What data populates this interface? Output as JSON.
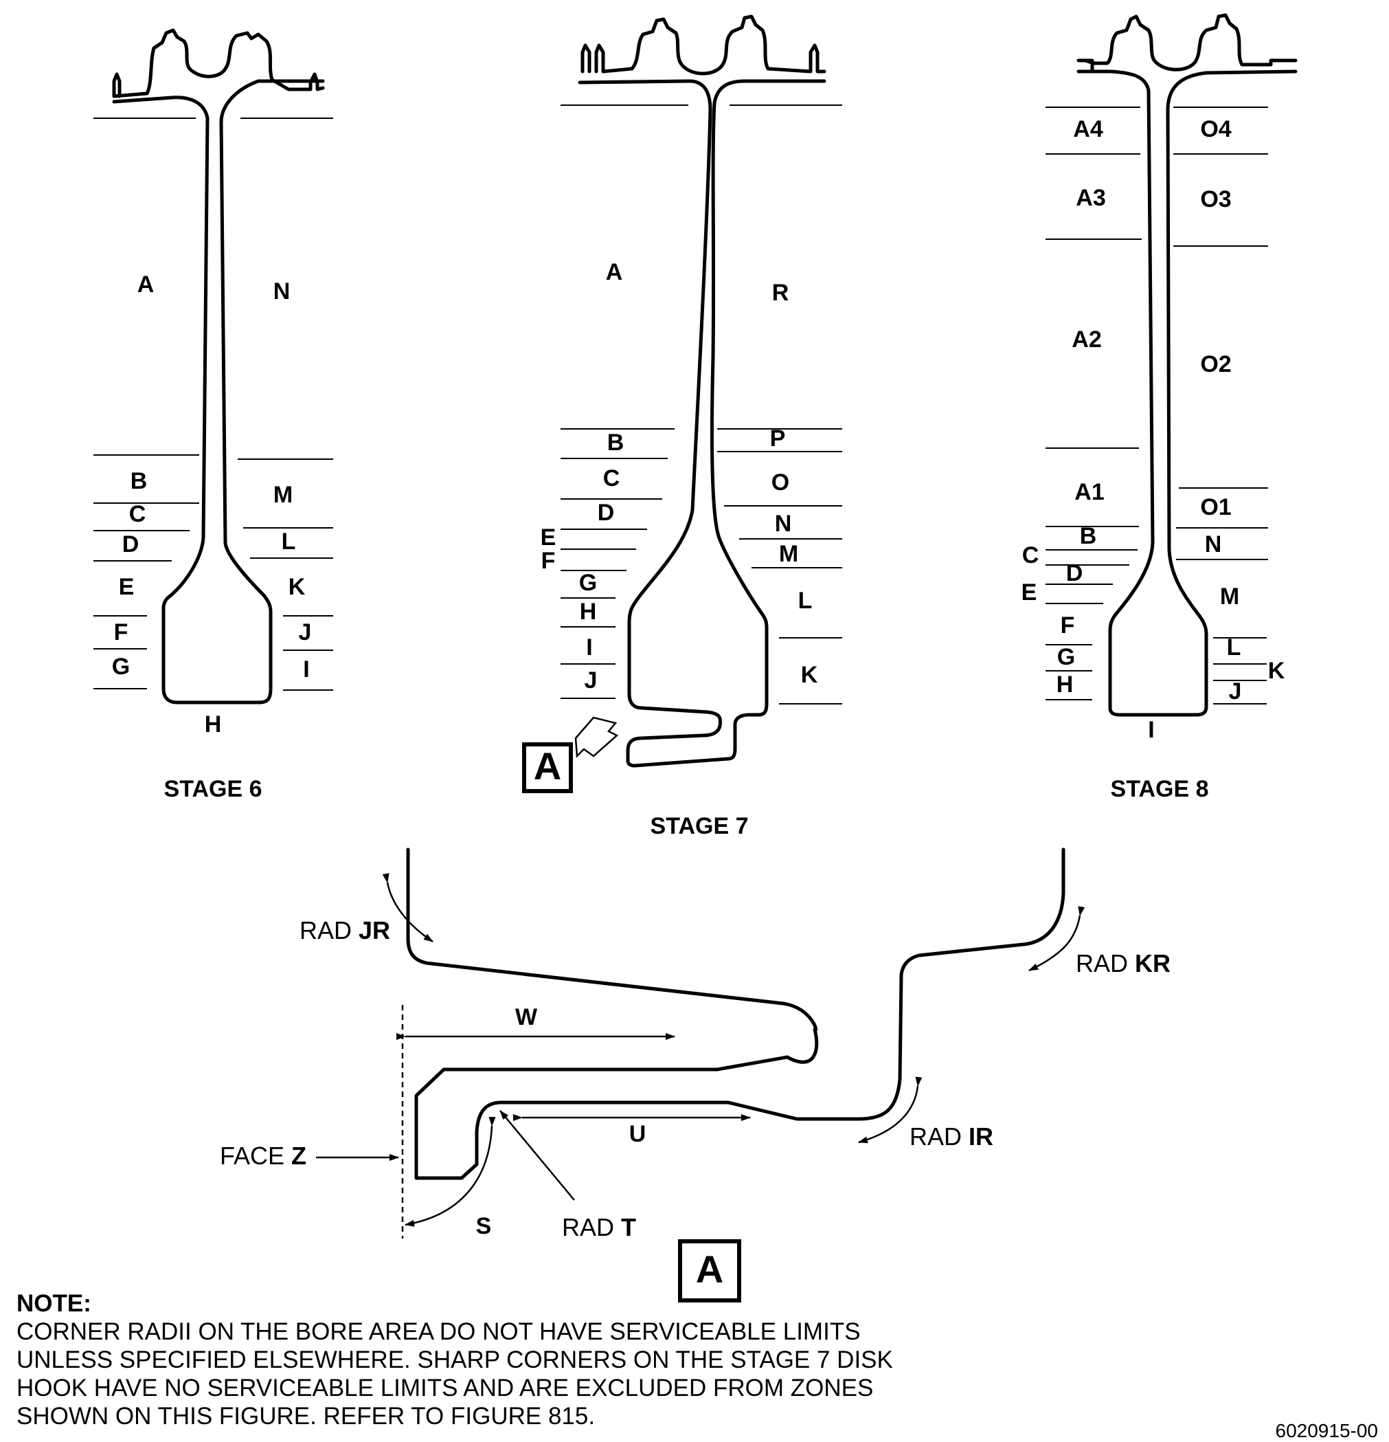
{
  "stage6": {
    "caption": "STAGE 6",
    "zones_left": [
      "A",
      "B",
      "C",
      "D",
      "E",
      "F",
      "G"
    ],
    "zones_right": [
      "N",
      "M",
      "L",
      "K",
      "J",
      "I"
    ],
    "zone_bottom": "H"
  },
  "stage7": {
    "caption": "STAGE 7",
    "zones_left": [
      "A",
      "B",
      "C",
      "D",
      "E",
      "F",
      "G",
      "H",
      "I",
      "J"
    ],
    "zones_right": [
      "R",
      "P",
      "O",
      "N",
      "M",
      "L",
      "K"
    ],
    "detail_ref": "A"
  },
  "stage8": {
    "caption": "STAGE 8",
    "zones_left": [
      "A4",
      "A3",
      "A2",
      "A1",
      "B",
      "C",
      "D",
      "E",
      "F",
      "G",
      "H"
    ],
    "zones_right": [
      "O4",
      "O3",
      "O2",
      "O1",
      "N",
      "M",
      "L",
      "K",
      "J"
    ],
    "zone_bottom": "I"
  },
  "detail": {
    "title": "A",
    "callouts": {
      "rad_jr": {
        "prefix": "RAD ",
        "bold": "JR"
      },
      "rad_kr": {
        "prefix": "RAD ",
        "bold": "KR"
      },
      "rad_ir": {
        "prefix": "RAD ",
        "bold": "IR"
      },
      "rad_t": {
        "prefix": "RAD ",
        "bold": "T"
      },
      "face_z": {
        "prefix": "FACE ",
        "bold": "Z"
      }
    },
    "dims": {
      "w": "W",
      "u": "U",
      "s": "S"
    }
  },
  "note": {
    "title": "NOTE:",
    "body": "CORNER RADII ON THE BORE AREA DO NOT HAVE SERVICEABLE LIMITS\nUNLESS SPECIFIED ELSEWHERE. SHARP CORNERS ON THE STAGE 7 DISK\nHOOK HAVE NO SERVICEABLE LIMITS AND ARE EXCLUDED FROM ZONES\nSHOWN ON THIS FIGURE. REFER TO FIGURE 815."
  },
  "figure_number": "6020915-00"
}
